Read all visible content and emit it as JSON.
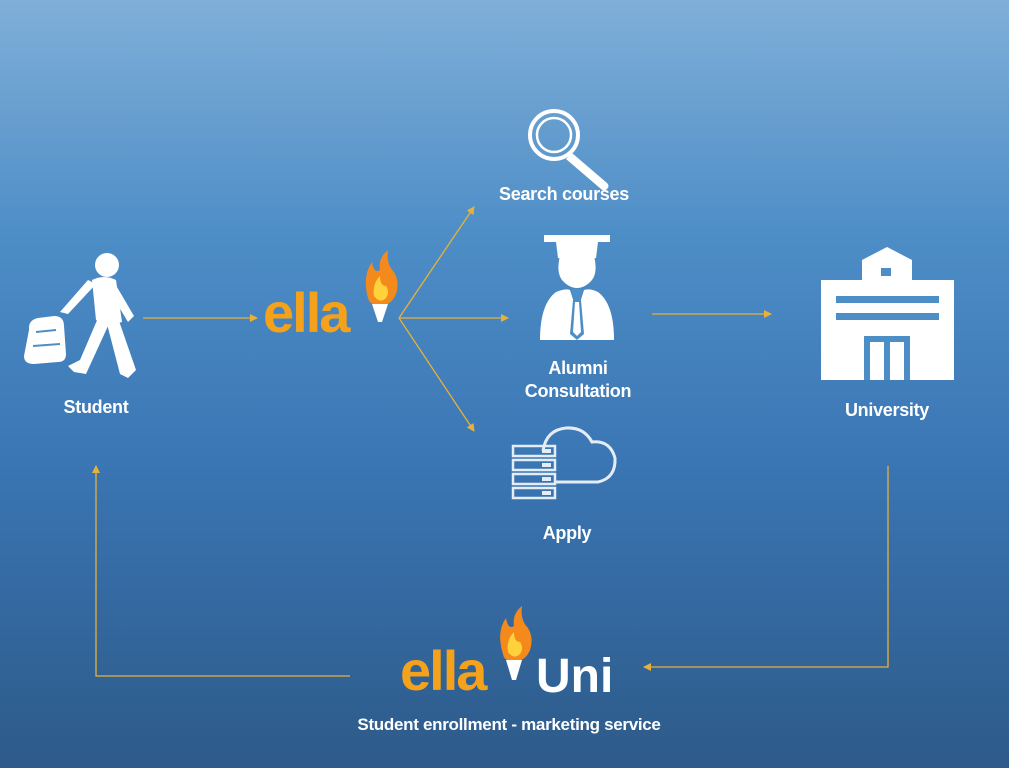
{
  "nodes": {
    "student": {
      "label": "Student"
    },
    "ella": {
      "logo_text": "ella"
    },
    "search": {
      "label": "Search courses"
    },
    "alumni": {
      "label_line1": "Alumni",
      "label_line2": "Consultation"
    },
    "apply": {
      "label": "Apply"
    },
    "university": {
      "label": "University"
    },
    "ella_uni": {
      "logo_text": "ella",
      "logo_suffix": "Uni",
      "caption": "Student enrollment - marketing service"
    }
  },
  "colors": {
    "arrow": "#e8b13a",
    "brand_orange": "#f4a11c",
    "icon_white": "#ffffff"
  },
  "icons": [
    "walking-student-icon",
    "torch-flame-icon",
    "magnifier-icon",
    "graduate-icon",
    "server-cloud-icon",
    "university-building-icon"
  ]
}
